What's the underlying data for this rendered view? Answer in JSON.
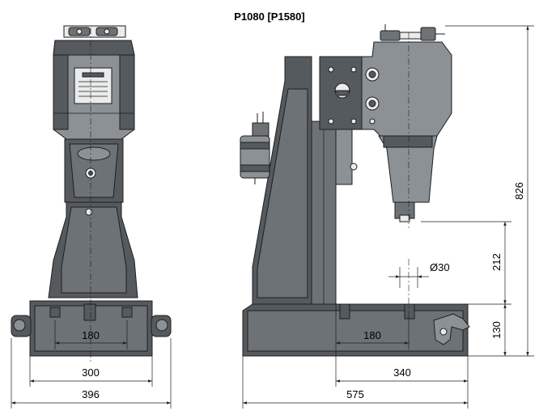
{
  "title": "P1080 [P1580]",
  "dimensions": {
    "front_base_holes": "180",
    "front_base_width": "300",
    "front_total_width": "396",
    "side_base_holes": "180",
    "side_base_depth": "340",
    "side_total_depth": "575",
    "total_height": "826",
    "working_height": "212",
    "base_height": "130",
    "spindle_diameter": "Ø30"
  },
  "colors": {
    "body_dark": "#555a5f",
    "body_light": "#8c9196",
    "outline": "#1e1e1e"
  }
}
